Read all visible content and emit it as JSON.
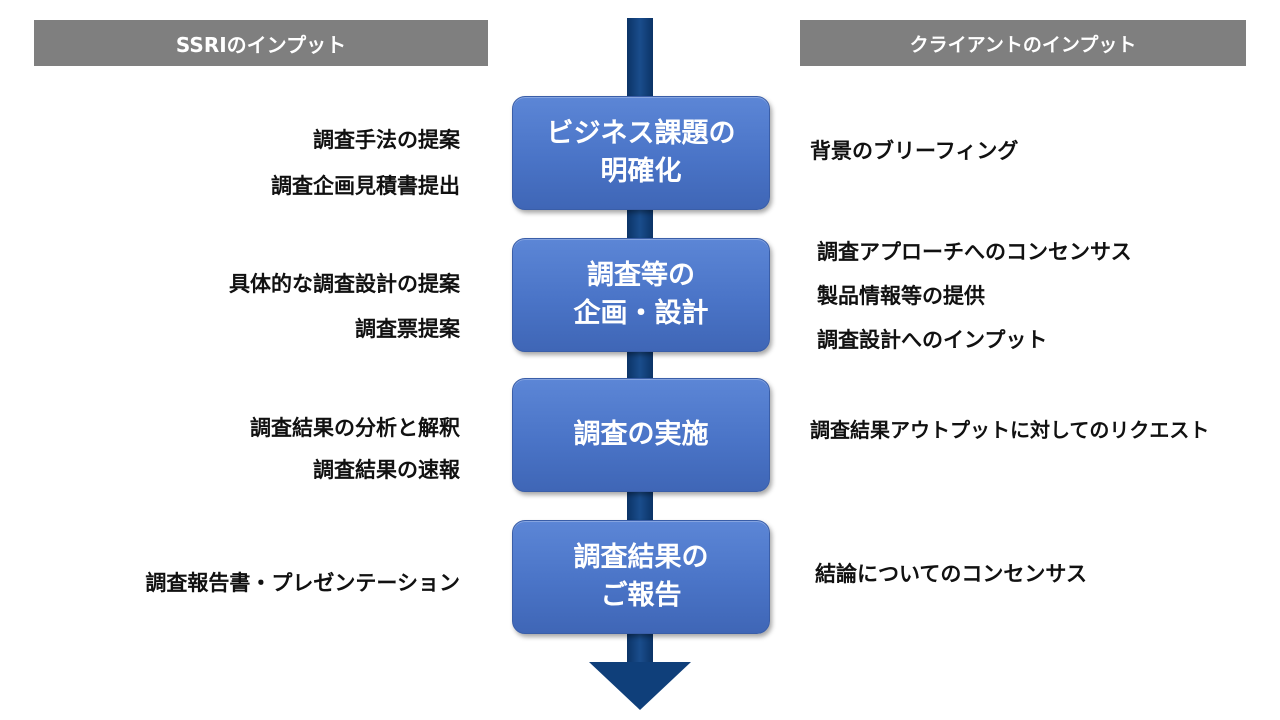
{
  "headers": {
    "left": "SSRIのインプット",
    "right": "クライアントのインプット"
  },
  "steps": [
    {
      "lines": [
        "ビジネス課題の",
        "明確化"
      ]
    },
    {
      "lines": [
        "調査等の",
        "企画・設計"
      ]
    },
    {
      "lines": [
        "調査の実施"
      ]
    },
    {
      "lines": [
        "調査結果の",
        "ご報告"
      ]
    }
  ],
  "ssri_inputs": [
    [
      "調査手法の提案",
      "調査企画見積書提出"
    ],
    [
      "具体的な調査設計の提案",
      "調査票提案"
    ],
    [
      "調査結果の分析と解釈",
      "調査結果の速報"
    ],
    [
      "調査報告書・プレゼンテーション"
    ]
  ],
  "client_inputs": [
    [
      "背景のブリーフィング"
    ],
    [
      "調査アプローチへのコンセンサス",
      "製品情報等の提供",
      "調査設計へのインプット"
    ],
    [
      "調査結果アウトプットに対してのリクエスト"
    ],
    [
      "結論についてのコンセンサス"
    ]
  ],
  "colors": {
    "header_bg": "#7f7f7f",
    "step_fill": "#4a74c7",
    "arrow": "#0f3f7a"
  }
}
